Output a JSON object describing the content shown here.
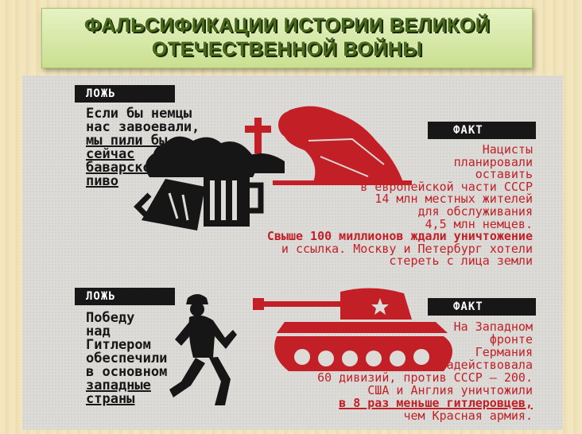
{
  "title": {
    "line1": "ФАЛЬСИФИКАЦИИ ИСТОРИИ ВЕЛИКОЙ",
    "line2": "ОТЕЧЕСТВЕННОЙ ВОЙНЫ"
  },
  "block1": {
    "lie_tag": "ЛОЖЬ",
    "lie_lines": [
      "Если бы немцы",
      "нас завоевали,",
      "мы пили бы",
      "сейчас",
      "баварское",
      "пиво"
    ],
    "fact_tag": "ФАКТ",
    "fact_lines": [
      "Нацисты",
      "планировали",
      "оставить",
      "в европейской части СССР",
      "14 млн местных жителей",
      "для обслуживания",
      "4,5 млн немцев.",
      "Свыше 100 миллионов ждали уничтожение",
      "и ссылка. Москву и Петербург хотели",
      "стереть с лица земли"
    ]
  },
  "block2": {
    "lie_tag": "ЛОЖЬ",
    "lie_lines": [
      "Победу",
      "над",
      "Гитлером",
      "обеспечили",
      "в основном",
      "западные",
      "страны"
    ],
    "fact_tag": "ФАКТ",
    "fact_lines": [
      "На Западном",
      "фронте",
      "Германия",
      "задействовала",
      "60 дивизий, против СССР – 200.",
      "США и Англия уничтожили",
      "в 8 раз меньше гитлеровцев,",
      "чем Красная армия."
    ]
  },
  "colors": {
    "red": "#c21f26",
    "black": "#161616",
    "title_green": "#4a6b1a"
  },
  "icons": [
    "grave-cross-icon",
    "mourning-woman-icon",
    "beer-mugs-icon",
    "tank-icon",
    "running-soldier-icon"
  ]
}
